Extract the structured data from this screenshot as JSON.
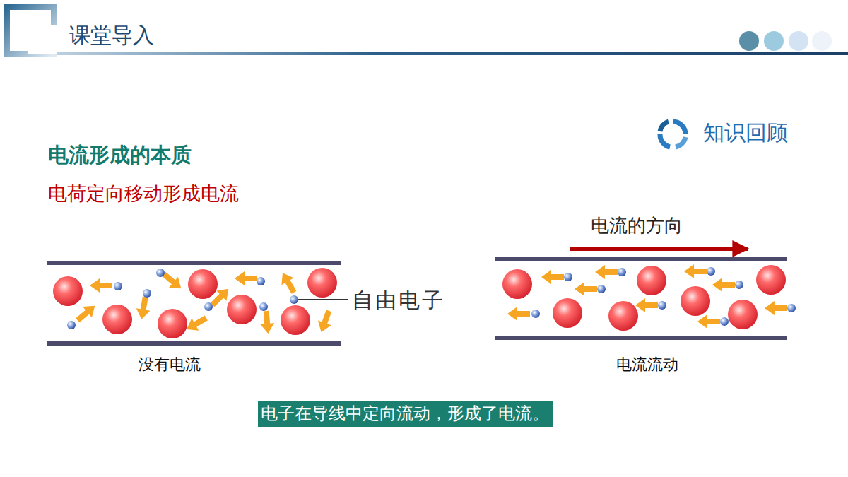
{
  "diagram": {
    "title": "课堂导入",
    "nodes": [
      {
        "text": [
          "电子在导线中定向流动，形成了电流。"
        ]
      }
    ],
    "labels": [
      "知识回顾",
      "电流形成的本质",
      "电荷定向移动形成电流",
      "电流的方向",
      "自由电子",
      "没有电流",
      "电流流动"
    ]
  }
}
